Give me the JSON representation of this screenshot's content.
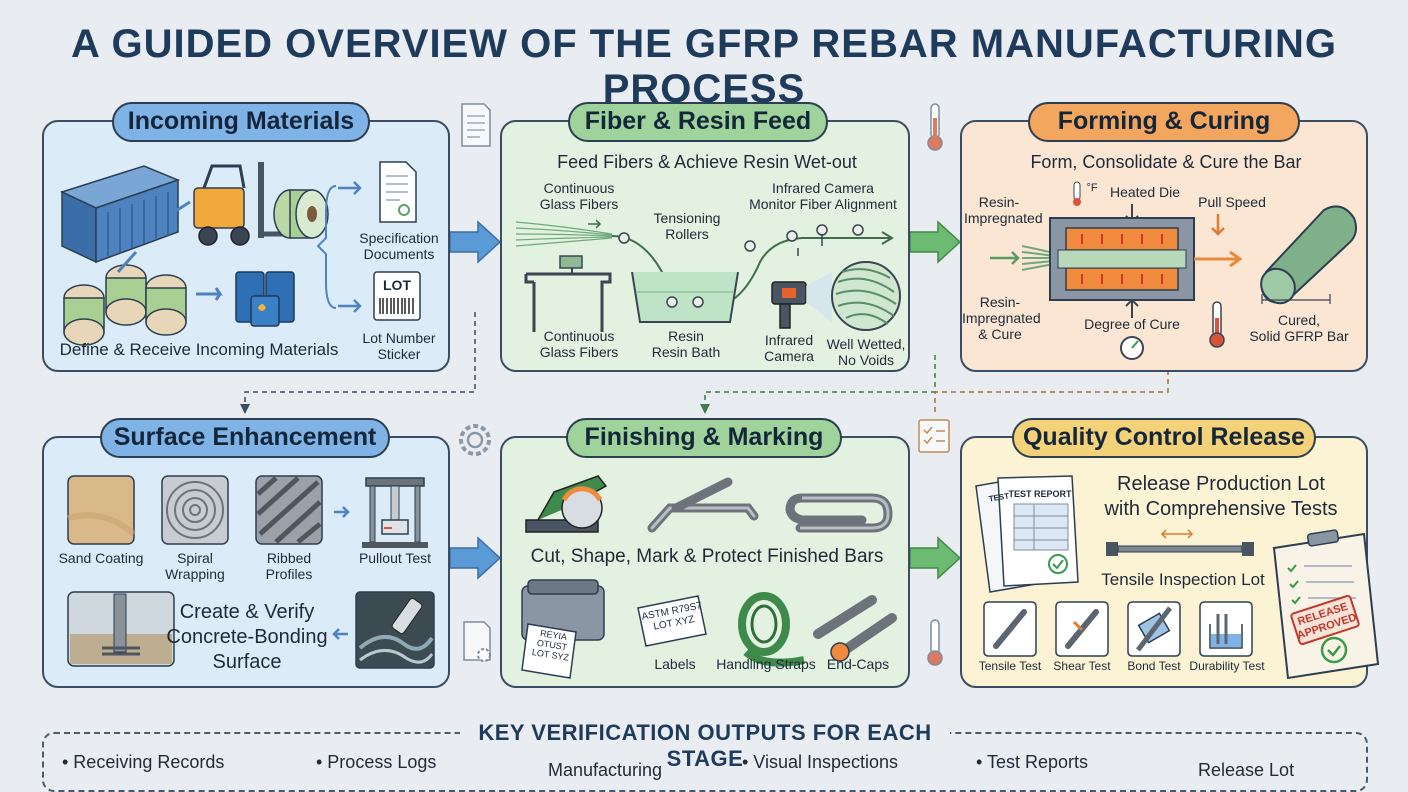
{
  "title": "A GUIDED OVERVIEW OF THE GFRP REBAR MANUFACTURING PROCESS",
  "incoming": {
    "header": "Incoming Materials",
    "spec_docs": "Specification\nDocuments",
    "lot_badge": "LOT",
    "lot_sticker": "Lot Number\nSticker",
    "caption": "Define & Receive Incoming Materials"
  },
  "fiber": {
    "header": "Fiber & Resin Feed",
    "subtitle": "Feed Fibers & Achieve Resin Wet-out",
    "cont_fibers_top": "Continuous\nGlass Fibers",
    "tension": "Tensioning\nRollers",
    "ir_monitor": "Infrared Camera\nMonitor Fiber Alignment",
    "cont_fibers_bottom": "Continuous\nGlass Fibers",
    "resin_bath": "Resin\nResin Bath",
    "ir_camera": "Infrared\nCamera",
    "wetted": "Well Wetted,\nNo Voids"
  },
  "forming": {
    "header": "Forming & Curing",
    "subtitle": "Form, Consolidate & Cure the Bar",
    "heated_die": "Heated Die",
    "temp_symbol": "°F",
    "resin_top": "Resin-\nImpregnated",
    "pull_speed": "Pull Speed",
    "resin_bottom": "Resin-\nImpregnated\n& Cure",
    "degree": "Degree of Cure",
    "cured": "Cured,\nSolid GFRP Bar"
  },
  "surface": {
    "header": "Surface Enhancement",
    "sand": "Sand Coating",
    "spiral": "Spiral\nWrapping",
    "ribbed": "Ribbed\nProfiles",
    "pullout": "Pullout Test",
    "caption": "Create & Verify\nConcrete-Bonding\nSurface"
  },
  "finishing": {
    "header": "Finishing & Marking",
    "caption": "Cut, Shape, Mark & Protect Finished Bars",
    "printer_label": "REYIA\nOTUST\nLOT SYZ",
    "astm_tag": "ASTM R79S7\nLOT XYZ",
    "labels": "Labels",
    "straps": "Handling Straps",
    "endcaps": "End-Caps"
  },
  "qc": {
    "header": "Quality Control Release",
    "caption": "Release Production Lot\nwith Comprehensive Tests",
    "test_small": "TEST",
    "test_report": "TEST REPORT",
    "tensile_lot": "Tensile Inspection Lot",
    "stamp": "RELEASE\nAPPROVED",
    "tests": [
      "Tensile Test",
      "Shear Test",
      "Bond Test",
      "Durability Test"
    ]
  },
  "footer": {
    "title": "KEY VERIFICATION OUTPUTS FOR EACH STAGE",
    "items": [
      "• Receiving Records",
      "• Process Logs",
      "Manufacturing",
      "• Visual Inspections",
      "• Test Reports",
      "Release Lot"
    ]
  },
  "colors": {
    "blue_panel": "#dcebf8",
    "green_panel": "#e3f1e1",
    "orange_panel": "#fbe6d3",
    "yellow_panel": "#fcf2d4",
    "arrow_blue": "#5b9bd5",
    "arrow_green": "#6dbb73"
  }
}
